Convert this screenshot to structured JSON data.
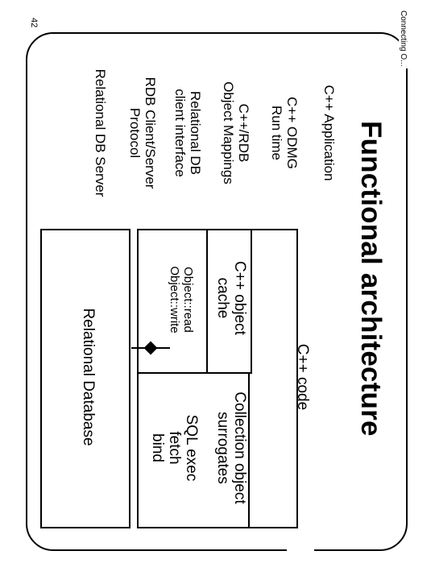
{
  "slide": {
    "header": "Connecting O...",
    "title": "Functional architecture",
    "page_number": "42"
  },
  "layers": [
    "C++ Application",
    "C++ ODMG\nRun time",
    "C++/RDB\nObject Mappings",
    "Relational DB\nclient interface",
    "RDB Client/Server\nProtocol",
    "Relational DB Server"
  ],
  "boxes": {
    "cpp_code": "C++ code",
    "cpp_object_cache": "C++ object\ncache",
    "collection_object_surrogates": "Collection object\nsurrogates",
    "object_read_write": "Object::read\nObject::write",
    "sql_exec_fetch_bind": "SQL exec\nfetch\nbind",
    "relational_database": "Relational Database"
  }
}
